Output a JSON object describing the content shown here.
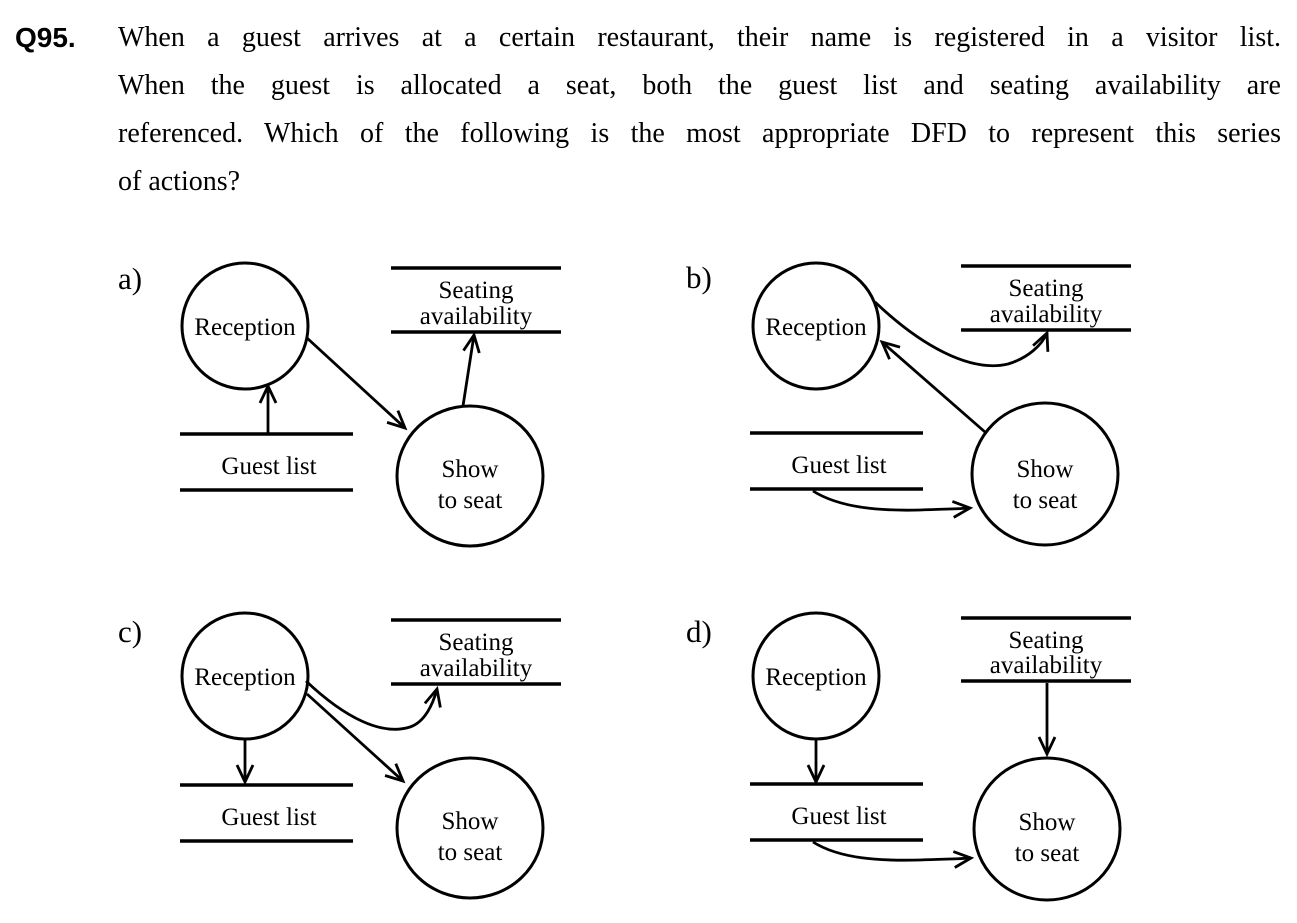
{
  "question": {
    "number": "Q95.",
    "lines": [
      "When a guest arrives at a certain restaurant, their name is registered in a visitor list.",
      "When the guest is allocated a seat, both the guest list and seating availability are",
      "referenced. Which of the following is the most appropriate DFD to represent this series",
      "of actions?"
    ]
  },
  "nodes": {
    "reception": "Reception",
    "seating_line1": "Seating",
    "seating_line2": "availability",
    "guest_list": "Guest list",
    "show_line1": "Show",
    "show_line2": "to seat"
  },
  "options": [
    {
      "label": "a)",
      "flows": [
        {
          "from": "Guest list",
          "to": "Reception"
        },
        {
          "from": "Reception",
          "to": "Show to seat"
        },
        {
          "from": "Show to seat",
          "to": "Seating availability"
        }
      ]
    },
    {
      "label": "b)",
      "flows": [
        {
          "from": "Reception",
          "to": "Seating availability"
        },
        {
          "from": "Show to seat",
          "to": "Reception"
        },
        {
          "from": "Guest list",
          "to": "Show to seat"
        }
      ]
    },
    {
      "label": "c)",
      "flows": [
        {
          "from": "Reception",
          "to": "Guest list"
        },
        {
          "from": "Reception",
          "to": "Seating availability"
        },
        {
          "from": "Reception",
          "to": "Show to seat"
        }
      ]
    },
    {
      "label": "d)",
      "flows": [
        {
          "from": "Reception",
          "to": "Guest list"
        },
        {
          "from": "Seating availability",
          "to": "Show to seat"
        },
        {
          "from": "Guest list",
          "to": "Show to seat"
        }
      ]
    }
  ],
  "colors": {
    "ink": "#000000",
    "background": "#ffffff"
  }
}
